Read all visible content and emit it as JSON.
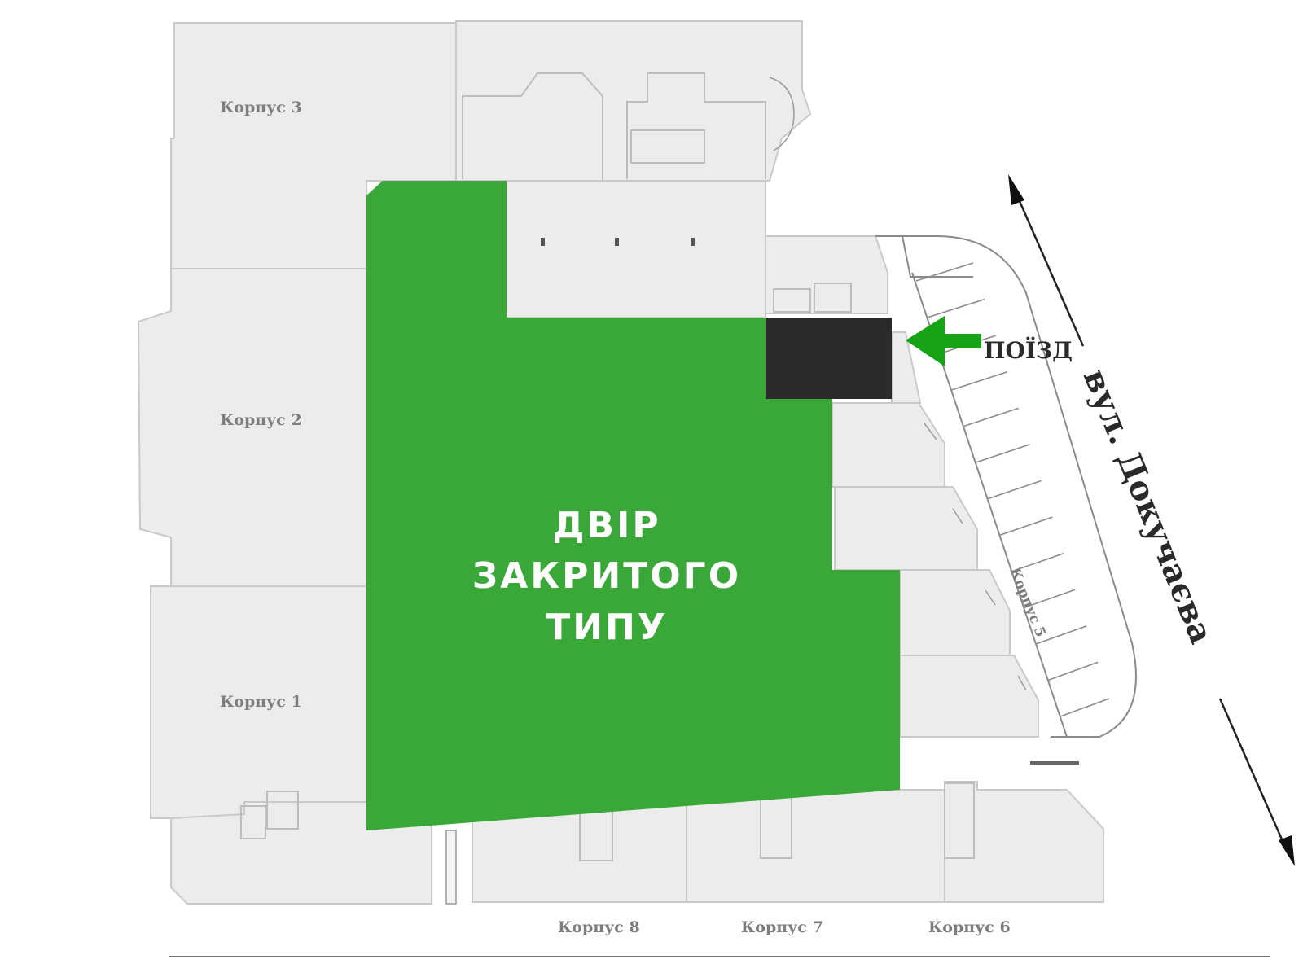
{
  "colors": {
    "yard": "#3aa838",
    "entrance_block": "#2b2b2b",
    "arrow": "#16a416",
    "building": "#ececec"
  },
  "yard_label": [
    "ДВІР",
    "ЗАКРИТОГО",
    "ТИПУ"
  ],
  "entrance_label": "ПОЇЗД",
  "street_label": "вул. Докучаєва",
  "buildings": {
    "korpus_3": "Корпус 3",
    "korpus_2": "Корпус 2",
    "korpus_1": "Корпус 1",
    "korpus_8": "Корпус 8",
    "korpus_7": "Корпус 7",
    "korpus_6": "Корпус 6",
    "korpus_5": "Корпус 5"
  },
  "icons": [
    "direction-arrow-up-icon",
    "direction-arrow-down-icon",
    "entrance-arrow-icon"
  ]
}
